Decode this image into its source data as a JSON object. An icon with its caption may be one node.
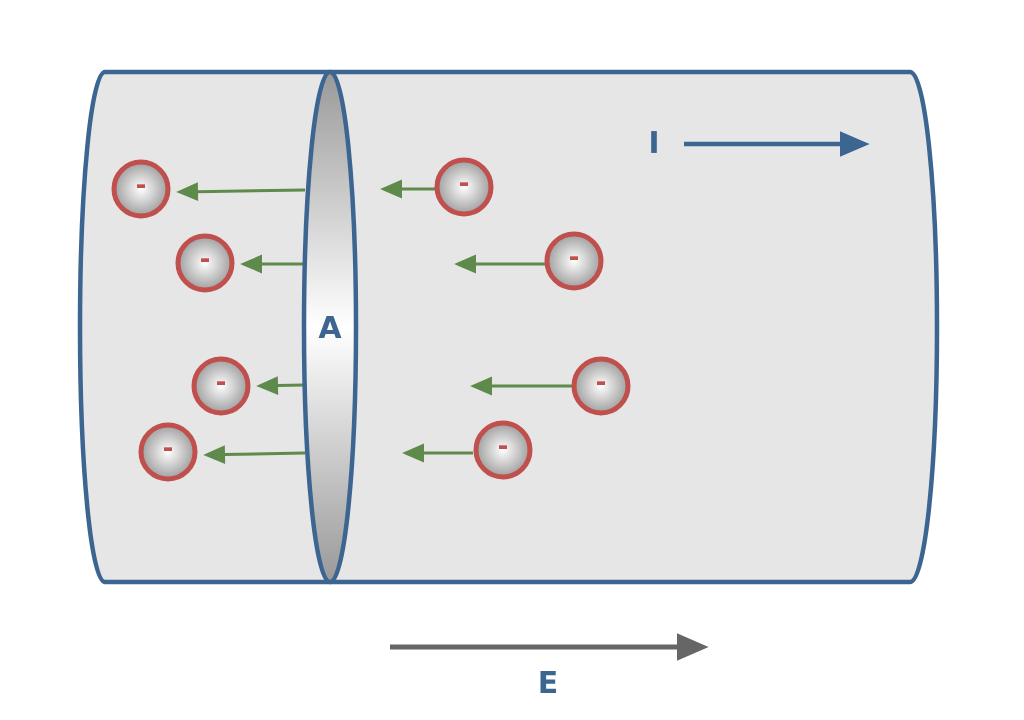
{
  "diagram": {
    "nodes": [
      {
        "text": [
          "A"
        ]
      },
      {
        "text": [
          "-"
        ]
      },
      {
        "text": [
          "-"
        ]
      },
      {
        "text": [
          "-"
        ]
      },
      {
        "text": [
          "-"
        ]
      },
      {
        "text": [
          "-"
        ]
      },
      {
        "text": [
          "-"
        ]
      },
      {
        "text": [
          "-"
        ]
      },
      {
        "text": [
          "-"
        ]
      }
    ],
    "labels": [
      "I",
      "E"
    ]
  }
}
